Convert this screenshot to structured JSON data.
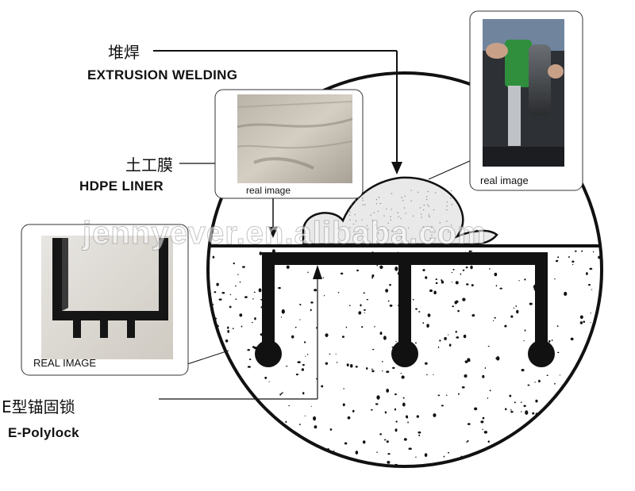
{
  "labels": {
    "extrusion_cn": "堆焊",
    "extrusion_en": "EXTRUSION WELDING",
    "liner_cn": "土工膜",
    "liner_en": "HDPE LINER",
    "polylock_cn": "E型锚固锁",
    "polylock_en": "E-Polylock"
  },
  "photos": {
    "liner_caption": "real image",
    "welder_caption": "real image",
    "profile_caption": "REAL  IMAGE"
  },
  "watermark": "jennyever.en.alibaba.com",
  "colors": {
    "line": "#111111",
    "concrete_bg": "#ffffff",
    "weld_fill": "#e9e9e9",
    "profile": "#111111"
  }
}
